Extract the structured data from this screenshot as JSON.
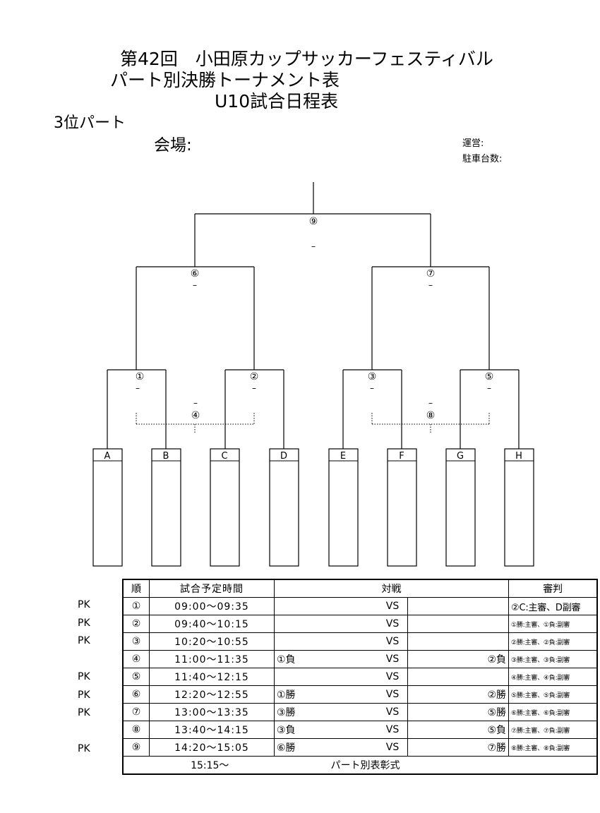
{
  "header": {
    "title_line1": "第42回　小田原カップサッカーフェスティバル",
    "title_line2": "パート別決勝トーナメント表",
    "title_line3": "U10試合日程表",
    "part": "3位パート",
    "venue_label": "会場:",
    "operation_label": "運営:",
    "parking_label": "駐車台数:"
  },
  "bracket": {
    "teams": [
      "A",
      "B",
      "C",
      "D",
      "E",
      "F",
      "G",
      "H"
    ],
    "match_numbers": [
      "①",
      "②",
      "③",
      "⑤",
      "④",
      "⑧",
      "⑥",
      "⑦",
      "⑨"
    ],
    "score_dash": "–"
  },
  "schedule": {
    "headers": [
      "順",
      "試合予定時間",
      "対戦",
      "審判"
    ],
    "rows": [
      {
        "pk": "PK",
        "no": "①",
        "time": "09:00～09:35",
        "team1": "",
        "vs": "VS",
        "team2": "",
        "ref": "②C:主審、D副審"
      },
      {
        "pk": "PK",
        "no": "②",
        "time": "09:40～10:15",
        "team1": "",
        "vs": "VS",
        "team2": "",
        "ref": "①勝:主審、①負:副審"
      },
      {
        "pk": "PK",
        "no": "③",
        "time": "10:20～10:55",
        "team1": "",
        "vs": "VS",
        "team2": "",
        "ref": "②勝:主審、②負:副審"
      },
      {
        "pk": "",
        "no": "④",
        "time": "11:00～11:35",
        "team1": "①負",
        "vs": "VS",
        "team2": "②負",
        "ref": "③勝:主審、③負:副審"
      },
      {
        "pk": "PK",
        "no": "⑤",
        "time": "11:40～12:15",
        "team1": "",
        "vs": "VS",
        "team2": "",
        "ref": "④勝:主審、④負:副審"
      },
      {
        "pk": "PK",
        "no": "⑥",
        "time": "12:20～12:55",
        "team1": "①勝",
        "vs": "VS",
        "team2": "②勝",
        "ref": "⑤勝:主審、⑤負:副審"
      },
      {
        "pk": "PK",
        "no": "⑦",
        "time": "13:00～13:35",
        "team1": "③勝",
        "vs": "VS",
        "team2": "⑤勝",
        "ref": "⑥勝:主審、⑥負:副審"
      },
      {
        "pk": "",
        "no": "⑧",
        "time": "13:40～14:15",
        "team1": "③負",
        "vs": "VS",
        "team2": "⑤負",
        "ref": "⑦勝:主審、⑦負:副審"
      },
      {
        "pk": "PK",
        "no": "⑨",
        "time": "14:20～15:05",
        "team1": "⑥勝",
        "vs": "VS",
        "team2": "⑦勝",
        "ref": "⑧勝:主審、⑧負:副審"
      }
    ],
    "footer_time": "15:15～",
    "footer_event": "パート別表彰式"
  }
}
